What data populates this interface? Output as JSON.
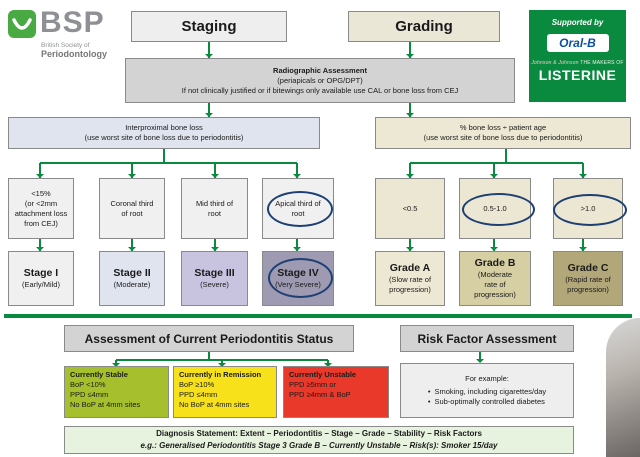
{
  "logo": {
    "name": "BSP",
    "sub_line1": "British Society of",
    "sub_line2": "Periodontology"
  },
  "sponsor": {
    "supported_by": "Supported by",
    "brand1": "Oral-B",
    "parent": "Johnson & Johnson",
    "tagline": "THE MAKERS OF",
    "brand2": "LISTERINE"
  },
  "staging": {
    "title": "Staging"
  },
  "grading": {
    "title": "Grading"
  },
  "radiographic": {
    "title": "Radiographic Assessment",
    "line1": "(periapicals or OPG/DPT)",
    "line2": "If not clinically justified or if bitewings only available use CAL or bone loss from CEJ"
  },
  "interproximal": {
    "title": "Interproximal bone loss",
    "note": "(use worst site of bone loss due to periodontitis)"
  },
  "bone_age": {
    "title": "% bone loss ÷ patient age",
    "note": "(use worst site of bone loss due to periodontitis)"
  },
  "staging_criteria": [
    {
      "l1": "<15%",
      "l2": "(or <2mm",
      "l3": "attachment loss",
      "l4": "from CEJ)"
    },
    {
      "l1": "Coronal third",
      "l2": "of root"
    },
    {
      "l1": "Mid third of",
      "l2": "root"
    },
    {
      "l1": "Apical third of",
      "l2": "root"
    }
  ],
  "stages": [
    {
      "name": "Stage I",
      "desc": "(Early/Mild)"
    },
    {
      "name": "Stage II",
      "desc": "(Moderate)"
    },
    {
      "name": "Stage III",
      "desc": "(Severe)"
    },
    {
      "name": "Stage IV",
      "desc": "(Very Severe)"
    }
  ],
  "grading_criteria": [
    "<0.5",
    "0.5-1.0",
    ">1.0"
  ],
  "grades": [
    {
      "name": "Grade A",
      "l1": "(Slow rate of",
      "l2": "progression)"
    },
    {
      "name": "Grade B",
      "l1": "(Moderate",
      "l2": "rate of",
      "l3": "progression)"
    },
    {
      "name": "Grade C",
      "l1": "(Rapid rate of",
      "l2": "progression)"
    }
  ],
  "assessment": {
    "title": "Assessment of Current Periodontitis Status"
  },
  "status": [
    {
      "title": "Currently Stable",
      "l1": "BoP <10%",
      "l2": "PPD ≤4mm",
      "l3": "No BoP at 4mm sites",
      "color": "#a6bf2d"
    },
    {
      "title": "Currently in Remission",
      "l1": "BoP ≥10%",
      "l2": "PPD ≤4mm",
      "l3": "No BoP at 4mm sites",
      "color": "#f6e11a"
    },
    {
      "title": "Currently Unstable",
      "l1": "PPD ≥5mm or",
      "l2": "PPD ≥4mm & BoP",
      "color": "#e8392b"
    }
  ],
  "risk": {
    "title": "Risk Factor Assessment",
    "intro": "For example:",
    "items": [
      "Smoking, including cigarettes/day",
      "Sub-optimally controlled diabetes"
    ]
  },
  "diagnosis": {
    "title": "Diagnosis Statement: Extent – Periodontitis – Stage – Grade – Stability – Risk Factors",
    "example": "e.g.: Generalised Periodontitis Stage 3 Grade B – Currently Unstable – Risk(s): Smoker 15/day"
  },
  "colors": {
    "green": "#0a8a3f",
    "ellipse": "#1d3f73",
    "stage_colors": [
      "#f0f0f0",
      "#dfe4ef",
      "#c8c4e0",
      "#9e9ab2"
    ],
    "grade_colors": [
      "#ede8d3",
      "#d6cfa4",
      "#b2a779"
    ]
  }
}
